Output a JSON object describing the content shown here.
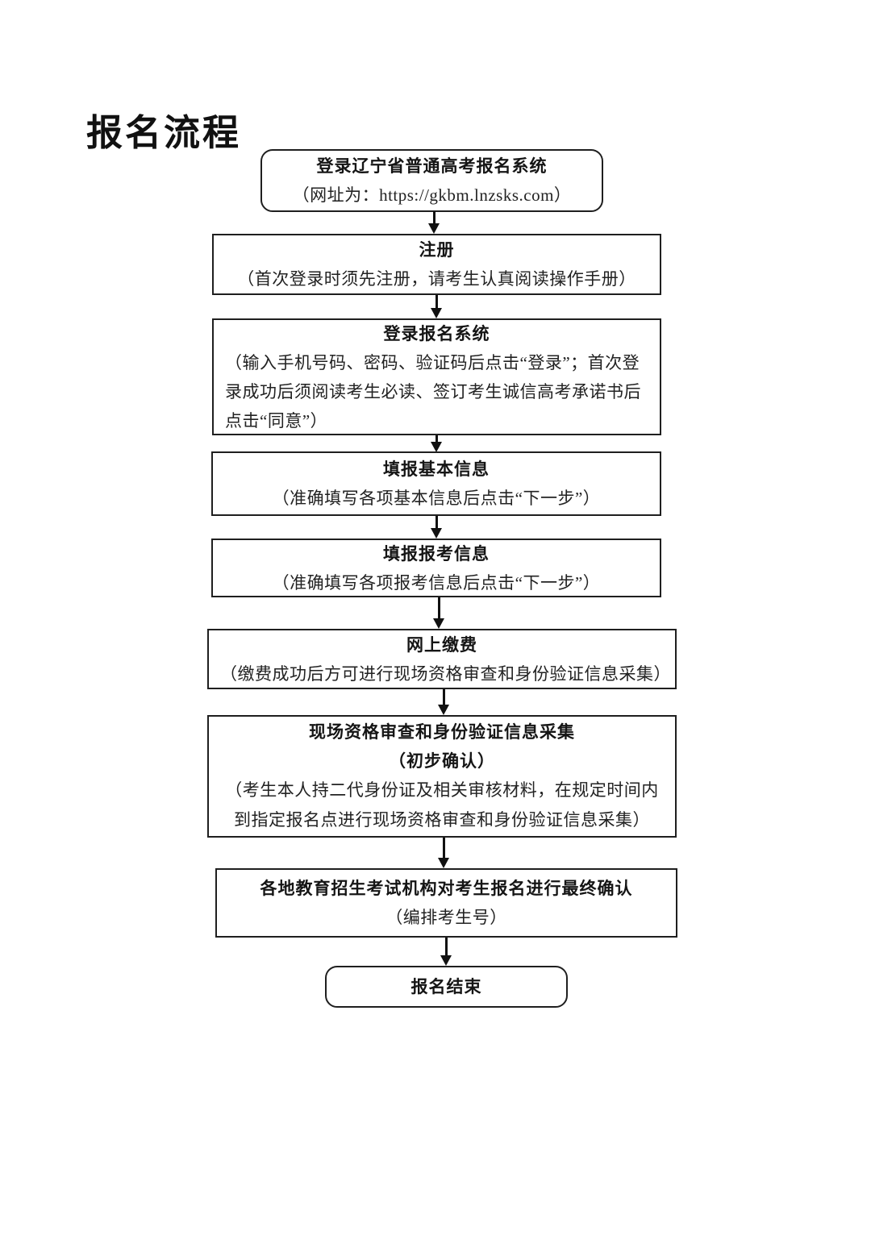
{
  "page": {
    "heading": "报名流程"
  },
  "colors": {
    "ink": "#1a1a1a",
    "border": "#1f1f1f",
    "background": "#ffffff"
  },
  "flow": {
    "nodes": [
      {
        "shape": "rounded",
        "title": "登录辽宁省普通高考报名系统",
        "subtitle": "（网址为：https://gkbm.lnzsks.com）"
      },
      {
        "shape": "rect",
        "title": "注册",
        "subtitle": "（首次登录时须先注册，请考生认真阅读操作手册）"
      },
      {
        "shape": "rect",
        "title": "登录报名系统",
        "body": "（输入手机号码、密码、验证码后点击“登录”；首次登录成功后须阅读考生必读、签订考生诚信高考承诺书后点击“同意”）"
      },
      {
        "shape": "rect",
        "title": "填报基本信息",
        "subtitle": "（准确填写各项基本信息后点击“下一步”）"
      },
      {
        "shape": "rect",
        "title": "填报报考信息",
        "subtitle": "（准确填写各项报考信息后点击“下一步”）"
      },
      {
        "shape": "rect",
        "title": "网上缴费",
        "subtitle": "（缴费成功后方可进行现场资格审查和身份验证信息采集）"
      },
      {
        "shape": "rect",
        "title": "现场资格审查和身份验证信息采集",
        "title2": "（初步确认）",
        "body": "（考生本人持二代身份证及相关审核材料，在规定时间内到指定报名点进行现场资格审查和身份验证信息采集）"
      },
      {
        "shape": "rect",
        "title": "各地教育招生考试机构对考生报名进行最终确认",
        "subtitle": "（编排考生号）"
      },
      {
        "shape": "rounded",
        "title": "报名结束"
      }
    ]
  }
}
